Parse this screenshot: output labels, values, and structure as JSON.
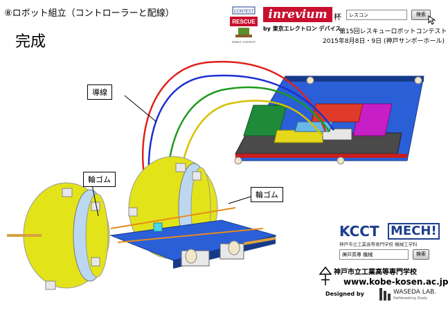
{
  "header": {
    "heading": "⑧ロボット組立（コントローラーと配線）",
    "title": "完成"
  },
  "logos": {
    "rescue_badge_top": "CONTEST",
    "rescue_badge_main": "RESCUE",
    "rescue_badge_bottom": "ROBOT CONTEST",
    "brand": "inrevium",
    "brand_cup": "杯",
    "sponsor": "by 東京エレクトロン デバイス",
    "event": "第15回レスキューロボットコンテスト",
    "event_date": "2015年8月8日・9日 (神戸サンボーホール)",
    "kcct": "KCCT",
    "mech": "MECH!",
    "kcct_sub": "神戸市立工業高等専門学校 機械工学科",
    "school": "神戸市立工業高等専門学校",
    "url": "www.kobe-kosen.ac.jp",
    "designed_by": "Designed by",
    "waseda": "WASEDA LAB.",
    "waseda_sub": "Pathbreaking Study"
  },
  "search_top": {
    "value": "レスコン",
    "button": "検索"
  },
  "search_bottom": {
    "value": "神戸高専 機械",
    "button": "検索"
  },
  "callouts": {
    "wire": "導線",
    "band_left": "輪ゴム",
    "band_right": "輪ゴム"
  },
  "colors": {
    "brand_red": "#c8102e",
    "kcct_blue": "#1d3d8f",
    "wire_red": "#e0201b",
    "wire_blue": "#1b2fd1",
    "wire_green": "#1c9a1c",
    "wire_yellow": "#d8c000",
    "chassis_blue": "#2a5fd8",
    "wheel_yellow": "#e3e31a"
  }
}
